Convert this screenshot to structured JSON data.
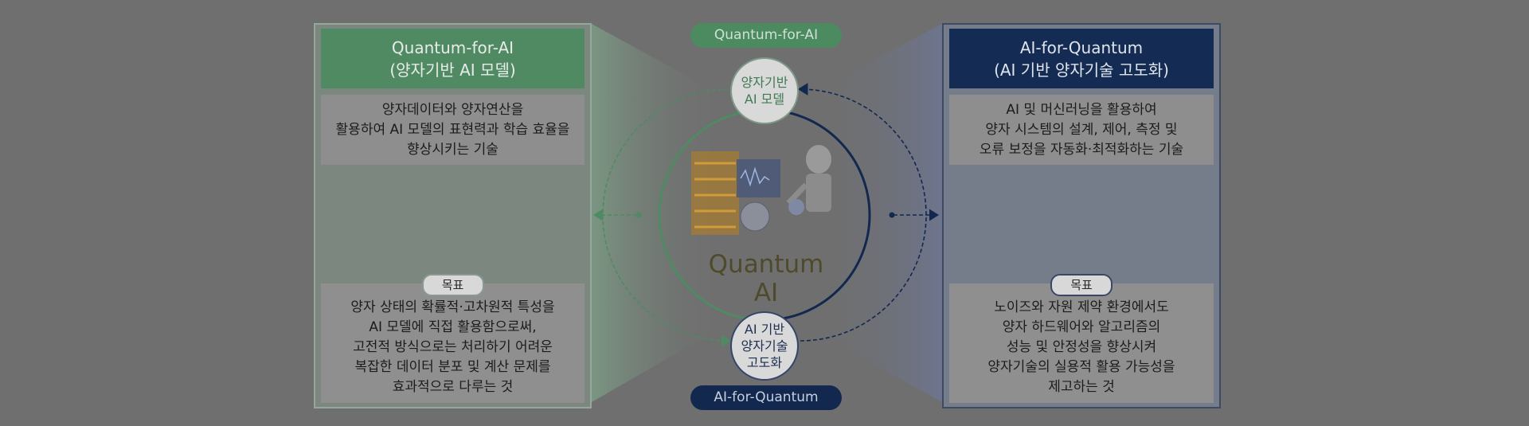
{
  "top_pill": "Quantum-for-AI",
  "bottom_pill": "AI-for-Quantum",
  "top_node": [
    "양자기반",
    "AI 모델"
  ],
  "bottom_node": [
    "AI 기반",
    "양자기술",
    "고도화"
  ],
  "center_label": "Quantum AI",
  "left_panel": {
    "header": [
      "Quantum-for-AI",
      "(양자기반 AI 모델)"
    ],
    "desc": [
      "양자데이터와 양자연산을",
      "활용하여 AI 모델의 표현력과 학습 효율을",
      "향상시키는 기술"
    ],
    "goal_label": "목표",
    "goal": [
      "양자 상태의 확률적·고차원적 특성을",
      "AI 모델에 직접 활용함으로써,",
      "고전적 방식으로는 처리하기 어려운",
      "복잡한 데이터 분포 및 계산 문제를",
      "효과적으로 다루는 것"
    ]
  },
  "right_panel": {
    "header": [
      "AI-for-Quantum",
      "(AI 기반 양자기술 고도화)"
    ],
    "desc": [
      "AI 및 머신러닝을 활용하여",
      "양자 시스템의 설계, 제어, 측정 및",
      "오류 보정을 자동화·최적화하는 기술"
    ],
    "goal_label": "목표",
    "goal": [
      "노이즈와 자원 제약 환경에서도",
      "양자 하드웨어와 알고리즘의",
      "성능 및 안정성을 향상시켜",
      "양자기술의 실용적 활용 가능성을",
      "제고하는 것"
    ]
  },
  "colors": {
    "background": "#6f6f6f",
    "quantum_for_ai_green": "#4f8a63",
    "ai_for_quantum_navy": "#142b53"
  },
  "icons": [
    "quantum-computer-illustration",
    "robot-quantum-illustration",
    "ai-quantum-lab-illustration"
  ]
}
